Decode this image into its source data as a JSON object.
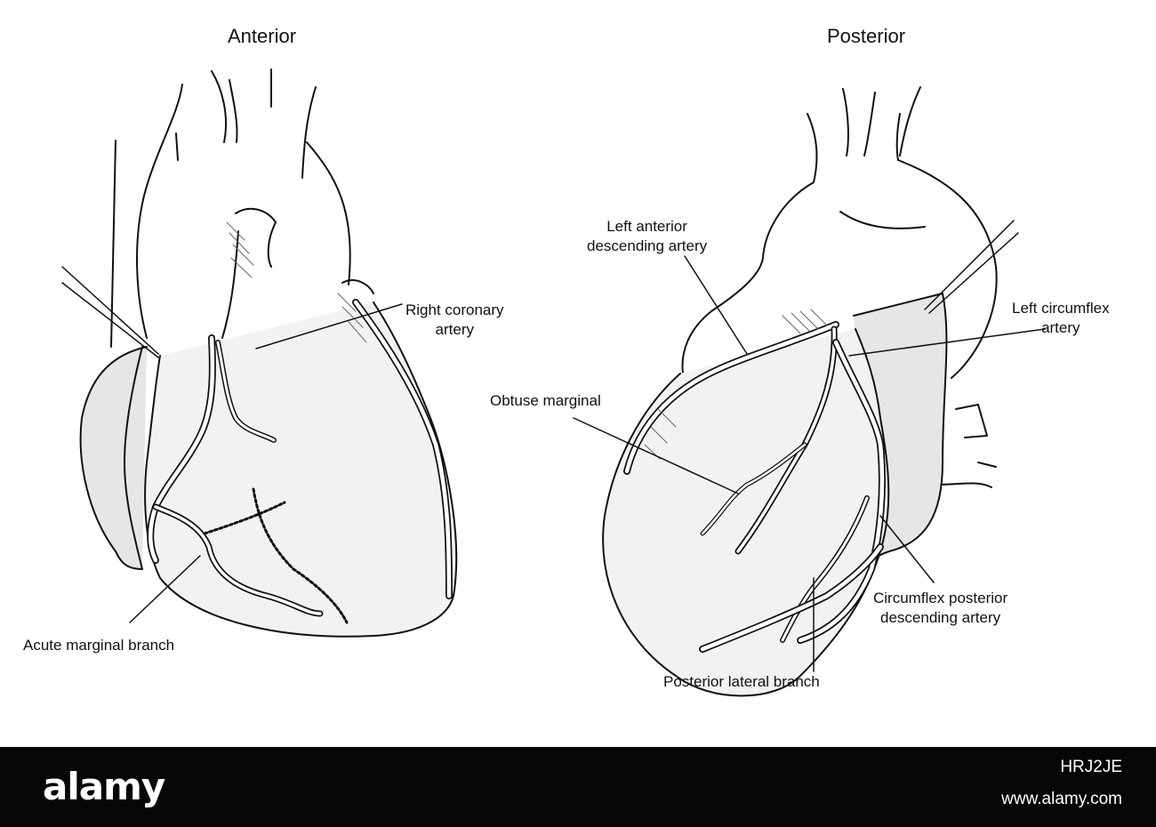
{
  "views": {
    "anterior": {
      "title": "Anterior"
    },
    "posterior": {
      "title": "Posterior"
    }
  },
  "labels": {
    "right_coronary": [
      "Right coronary",
      "artery"
    ],
    "acute_marginal": "Acute marginal branch",
    "left_anterior_descending": [
      "Left anterior",
      "descending artery"
    ],
    "left_circumflex": [
      "Left circumflex",
      "artery"
    ],
    "obtuse_marginal": "Obtuse marginal",
    "circumflex_posterior_descending": [
      "Circumflex posterior",
      "descending artery"
    ],
    "posterior_lateral": "Posterior lateral branch"
  },
  "footer": {
    "brand": "alamy",
    "image_id": "HRJ2JE",
    "site": "www.alamy.com"
  },
  "colors": {
    "line": "#111111",
    "heart_fill": "#ececec",
    "footer_bg": "#060606"
  }
}
